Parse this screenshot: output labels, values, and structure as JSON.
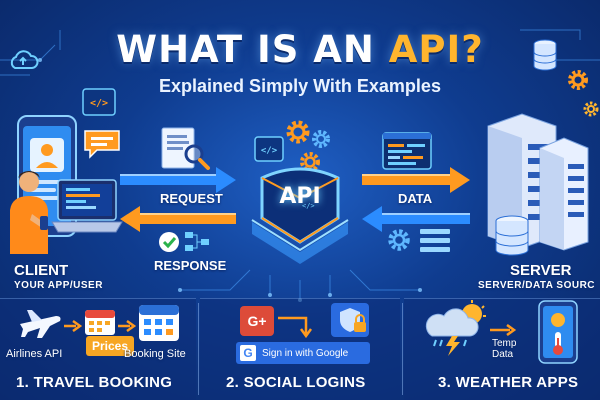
{
  "header": {
    "title_main": "WHAT IS AN ",
    "title_accent": "API?",
    "subtitle": "Explained Simply With Examples"
  },
  "diagram": {
    "center_label": "API",
    "request_label": "REQUEST",
    "response_label": "RESPONSE",
    "data_label": "DATA",
    "client_label": "CLIENT",
    "client_sublabel": "YOUR APP/USER",
    "server_label": "SERVER",
    "server_sublabel": "SERVER/DATA SOURC",
    "code_glyph": "</>"
  },
  "examples": {
    "travel": {
      "title": "1. TRAVEL BOOKING",
      "airlines_label": "Airlines API",
      "prices_label": "Prices",
      "booking_label": "Booking Site"
    },
    "social": {
      "title": "2. SOCIAL LOGINS",
      "gplus_label": "G+",
      "google_g": "G",
      "signin_label": "Sign in with Google"
    },
    "weather": {
      "title": "3. WEATHER APPS",
      "temp_label": "Temp",
      "data_label": "Data"
    }
  },
  "colors": {
    "accent_orange": "#f7a623",
    "arrow_orange": "#ff9a1f",
    "arrow_blue": "#2b8cff",
    "background_blue": "#0f3c8f"
  }
}
